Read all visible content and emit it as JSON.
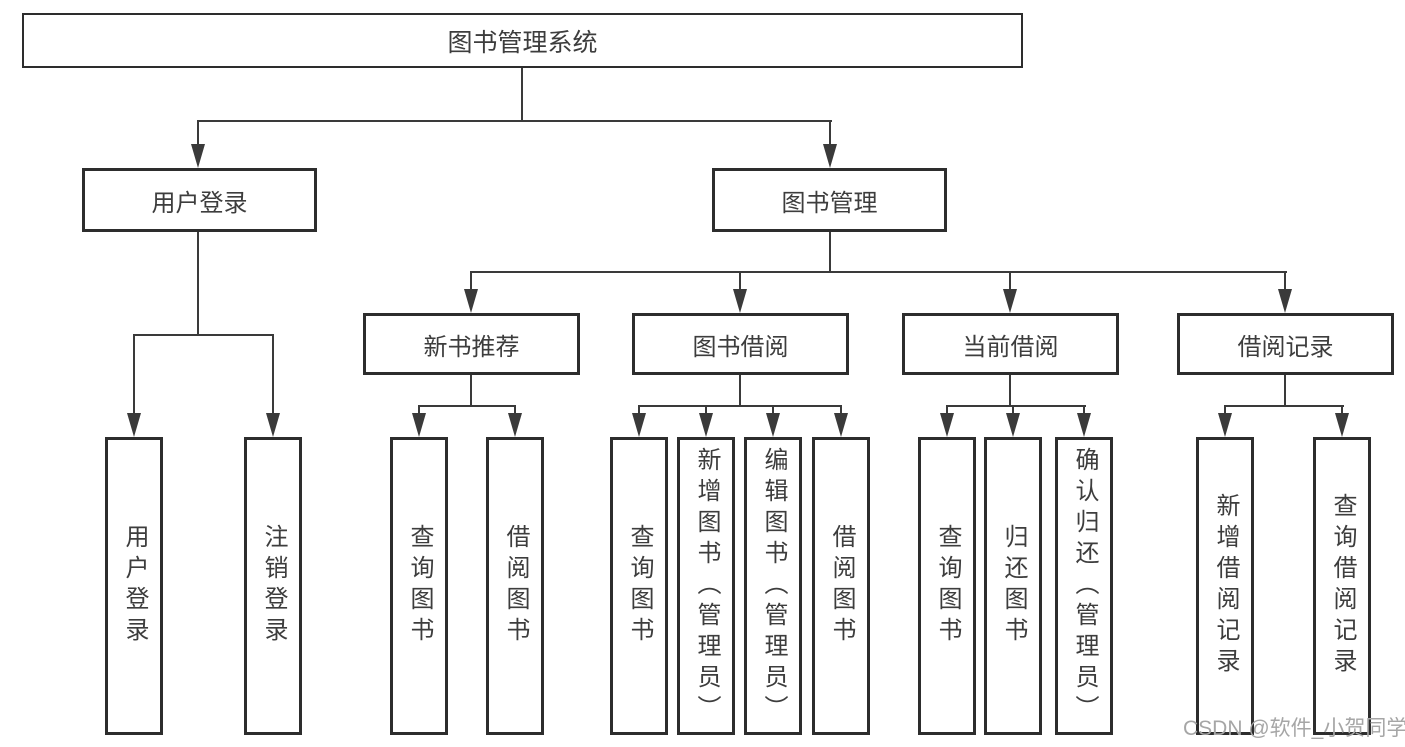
{
  "tree": {
    "label": "图书管理系统",
    "children": [
      {
        "label": "用户登录",
        "children": [
          {
            "label": "用户登录"
          },
          {
            "label": "注销登录"
          }
        ]
      },
      {
        "label": "图书管理",
        "children": [
          {
            "label": "新书推荐",
            "children": [
              {
                "label": "查询图书"
              },
              {
                "label": "借阅图书"
              }
            ]
          },
          {
            "label": "图书借阅",
            "children": [
              {
                "label": "查询图书"
              },
              {
                "label": "新增图书（管理员）"
              },
              {
                "label": "编辑图书（管理员）"
              },
              {
                "label": "借阅图书"
              }
            ]
          },
          {
            "label": "当前借阅",
            "children": [
              {
                "label": "查询图书"
              },
              {
                "label": "归还图书"
              },
              {
                "label": "确认归还（管理员）"
              }
            ]
          },
          {
            "label": "借阅记录",
            "children": [
              {
                "label": "新增借阅记录"
              },
              {
                "label": "查询借阅记录"
              }
            ]
          }
        ]
      }
    ]
  },
  "watermark": {
    "text": "CSDN @软件_小贺同学"
  },
  "colors": {
    "line": "#3a3a3a",
    "border": "#2d2d2d",
    "text": "#3d3d3d",
    "watermark": "#a6a6a6",
    "background": "#ffffff"
  }
}
